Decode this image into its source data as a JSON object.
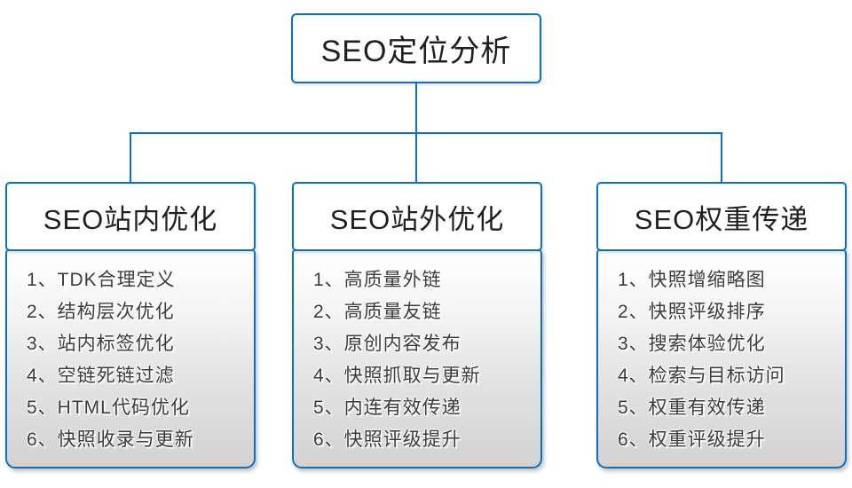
{
  "diagram": {
    "root": {
      "label": "SEO定位分析"
    },
    "branches": [
      {
        "title": "SEO站内优化",
        "items": [
          "1、TDK合理定义",
          "2、结构层次优化",
          "3、站内标签优化",
          "4、空链死链过滤",
          "5、HTML代码优化",
          "6、快照收录与更新"
        ]
      },
      {
        "title": "SEO站外优化",
        "items": [
          "1、高质量外链",
          "2、高质量友链",
          "3、原创内容发布",
          "4、快照抓取与更新",
          "5、内连有效传递",
          "6、快照评级提升"
        ]
      },
      {
        "title": "SEO权重传递",
        "items": [
          "1、快照增缩略图",
          "2、快照评级排序",
          "3、搜索体验优化",
          "4、检索与目标访问",
          "5、权重有效传递",
          "6、权重评级提升"
        ]
      }
    ],
    "colors": {
      "line_blue": "#0b70c0",
      "panel_gradient_top": "#ffffff",
      "panel_gradient_bottom": "#d2d2d2",
      "header_text": "#1f1f1f",
      "item_text": "#3c3c3c"
    }
  }
}
